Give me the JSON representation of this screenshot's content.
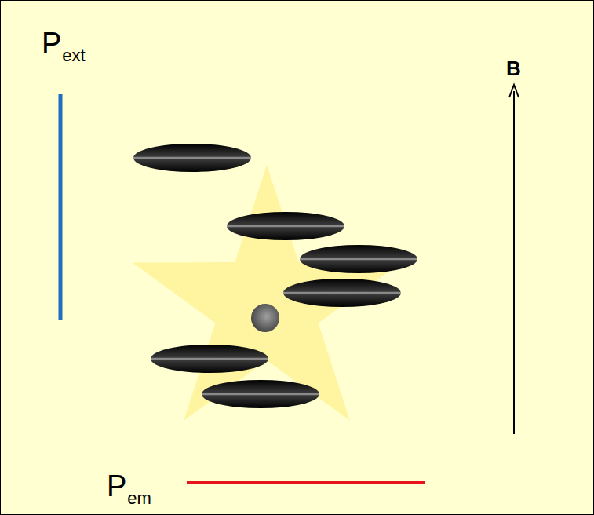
{
  "diagram": {
    "labels": [
      "P",
      "ext",
      "P",
      "em",
      "B"
    ]
  }
}
